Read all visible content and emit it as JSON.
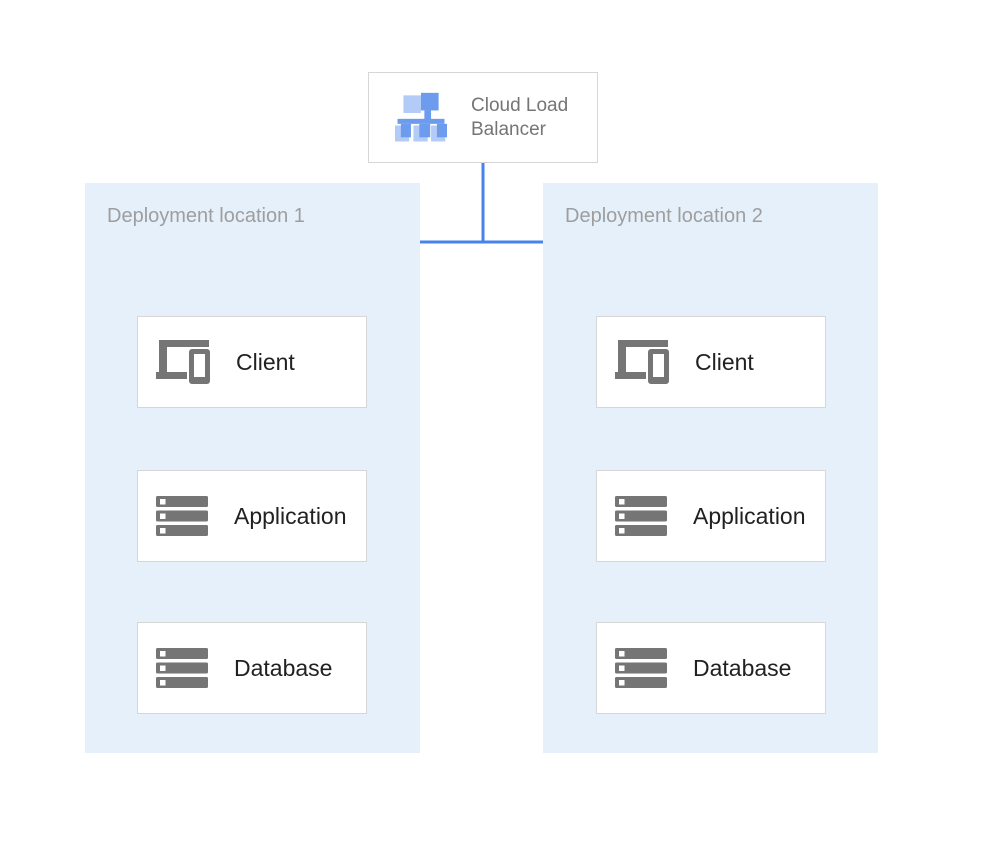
{
  "load_balancer": {
    "label": "Cloud Load Balancer",
    "icon": "load-balancer-icon"
  },
  "locations": [
    {
      "label": "Deployment location 1",
      "nodes": [
        {
          "label": "Client",
          "icon": "devices-icon"
        },
        {
          "label": "Application",
          "icon": "server-stack-icon"
        },
        {
          "label": "Database",
          "icon": "server-stack-icon"
        }
      ]
    },
    {
      "label": "Deployment location 2",
      "nodes": [
        {
          "label": "Client",
          "icon": "devices-icon"
        },
        {
          "label": "Application",
          "icon": "server-stack-icon"
        },
        {
          "label": "Database",
          "icon": "server-stack-icon"
        }
      ]
    }
  ],
  "colors": {
    "connector_blue": "#4683EC",
    "panel_background": "#E5F0FA",
    "node_border": "#D6D6D6",
    "node_label_text": "#212121",
    "panel_label_text": "#9E9E9E",
    "load_balancer_text": "#757575",
    "icon_gray": "#757575",
    "icon_blue_medium": "#6D9CEE",
    "icon_blue_light": "#B3CBF7"
  }
}
